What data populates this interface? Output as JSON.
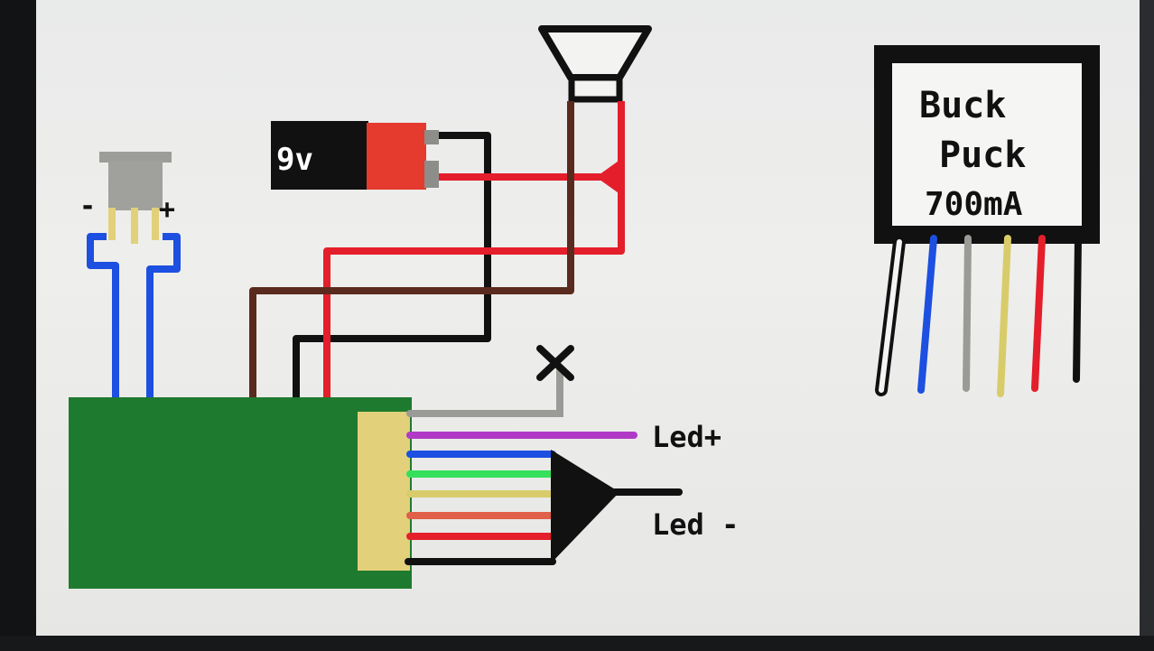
{
  "battery": {
    "label": "9v"
  },
  "led_labels": {
    "positive": "Led+",
    "negative": "Led -"
  },
  "jack": {
    "minus": "-",
    "plus": "+"
  },
  "unused_marker": "X",
  "driver": {
    "line1": "Buck",
    "line2": "Puck",
    "line3": "700mA"
  },
  "colors": {
    "pcb": "#1e7a2e",
    "connector": "#e2d07a",
    "red": "#e41e2b",
    "black": "#111111",
    "brown": "#5b2a1e",
    "blue": "#1d4fe0",
    "grey": "#9a9a96",
    "purple": "#b03ac6",
    "green": "#36e05c",
    "yellow": "#d8cc6a",
    "orange": "#e0604a",
    "white": "#f4f4f4"
  }
}
